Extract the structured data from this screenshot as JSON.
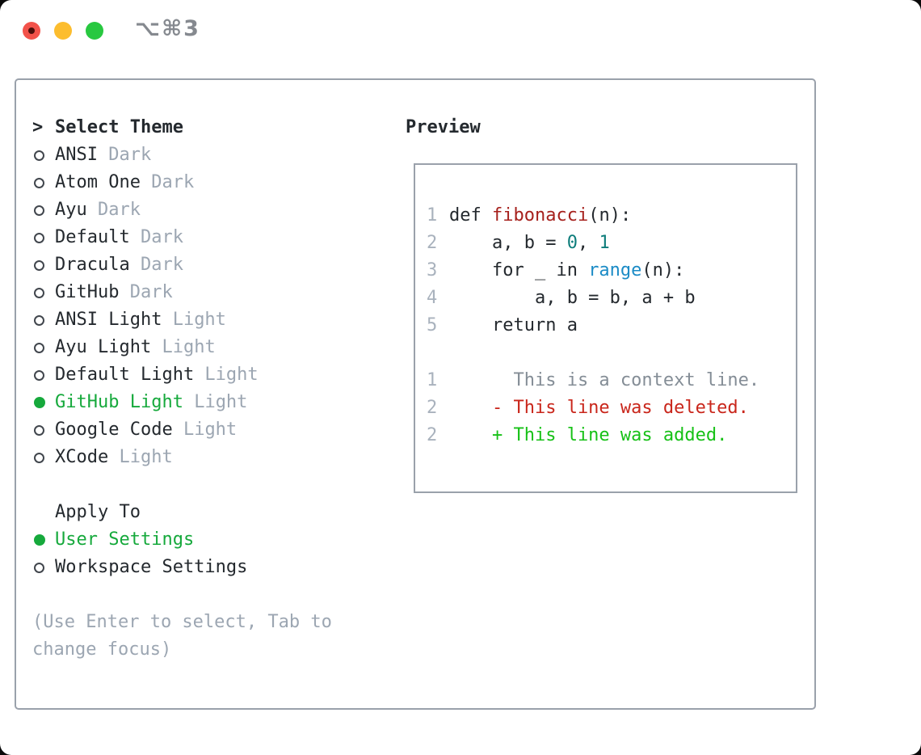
{
  "window": {
    "shortcut": "⌥⌘3"
  },
  "theme_select": {
    "pointer": ">",
    "header": "Select Theme",
    "items": [
      {
        "name": "ANSI",
        "variant": "Dark",
        "selected": false
      },
      {
        "name": "Atom One",
        "variant": "Dark",
        "selected": false
      },
      {
        "name": "Ayu",
        "variant": "Dark",
        "selected": false
      },
      {
        "name": "Default",
        "variant": "Dark",
        "selected": false
      },
      {
        "name": "Dracula",
        "variant": "Dark",
        "selected": false
      },
      {
        "name": "GitHub",
        "variant": "Dark",
        "selected": false
      },
      {
        "name": "ANSI Light",
        "variant": "Light",
        "selected": false
      },
      {
        "name": "Ayu Light",
        "variant": "Light",
        "selected": false
      },
      {
        "name": "Default Light",
        "variant": "Light",
        "selected": false
      },
      {
        "name": "GitHub Light",
        "variant": "Light",
        "selected": true
      },
      {
        "name": "Google Code",
        "variant": "Light",
        "selected": false
      },
      {
        "name": "XCode",
        "variant": "Light",
        "selected": false
      }
    ]
  },
  "apply_to": {
    "header": "Apply To",
    "options": [
      {
        "label": "User Settings",
        "selected": true
      },
      {
        "label": "Workspace Settings",
        "selected": false
      }
    ]
  },
  "help_text": "(Use Enter to select, Tab to\nchange focus)",
  "preview": {
    "header": "Preview",
    "lines": [
      {
        "kind": "code",
        "num": "1",
        "tokens": [
          {
            "t": "def ",
            "c": "fg"
          },
          {
            "t": "fibonacci",
            "c": "func"
          },
          {
            "t": "(n):",
            "c": "fg"
          }
        ]
      },
      {
        "kind": "code",
        "num": "2",
        "tokens": [
          {
            "t": "    a, b = ",
            "c": "fg"
          },
          {
            "t": "0",
            "c": "num"
          },
          {
            "t": ", ",
            "c": "fg"
          },
          {
            "t": "1",
            "c": "num"
          }
        ]
      },
      {
        "kind": "code",
        "num": "3",
        "tokens": [
          {
            "t": "    for _ in ",
            "c": "fg"
          },
          {
            "t": "range",
            "c": "builtin"
          },
          {
            "t": "(n):",
            "c": "fg"
          }
        ]
      },
      {
        "kind": "code",
        "num": "4",
        "tokens": [
          {
            "t": "        a, b = b, a + b",
            "c": "fg"
          }
        ]
      },
      {
        "kind": "code",
        "num": "5",
        "tokens": [
          {
            "t": "    return a",
            "c": "fg"
          }
        ]
      },
      {
        "kind": "blank",
        "num": "",
        "tokens": []
      },
      {
        "kind": "context",
        "num": "1",
        "tokens": [
          {
            "t": "      This is a context line.",
            "c": "ctx"
          }
        ]
      },
      {
        "kind": "deleted",
        "num": "2",
        "tokens": [
          {
            "t": "    - This line was deleted.",
            "c": "del"
          }
        ]
      },
      {
        "kind": "added",
        "num": "2",
        "tokens": [
          {
            "t": "    + This line was added.",
            "c": "add"
          }
        ]
      }
    ]
  },
  "colors": {
    "selected_green": "#16a93c",
    "diff_added_green": "#17c117",
    "diff_deleted_red": "#c9261b",
    "function_red": "#a6211d",
    "number_teal": "#0e7d7b",
    "builtin_blue": "#1b8bc6",
    "text_primary": "#24292e",
    "text_muted": "#9ca6b2",
    "line_number": "#a9b2bd",
    "context_gray": "#848d96",
    "border_gray": "#9aa1ab",
    "traffic_red": "#f2524a",
    "traffic_red_dot": "#4c0f0b",
    "traffic_yellow": "#fcbd2e",
    "traffic_green": "#28c840",
    "shortcut_gray": "#85898f"
  }
}
